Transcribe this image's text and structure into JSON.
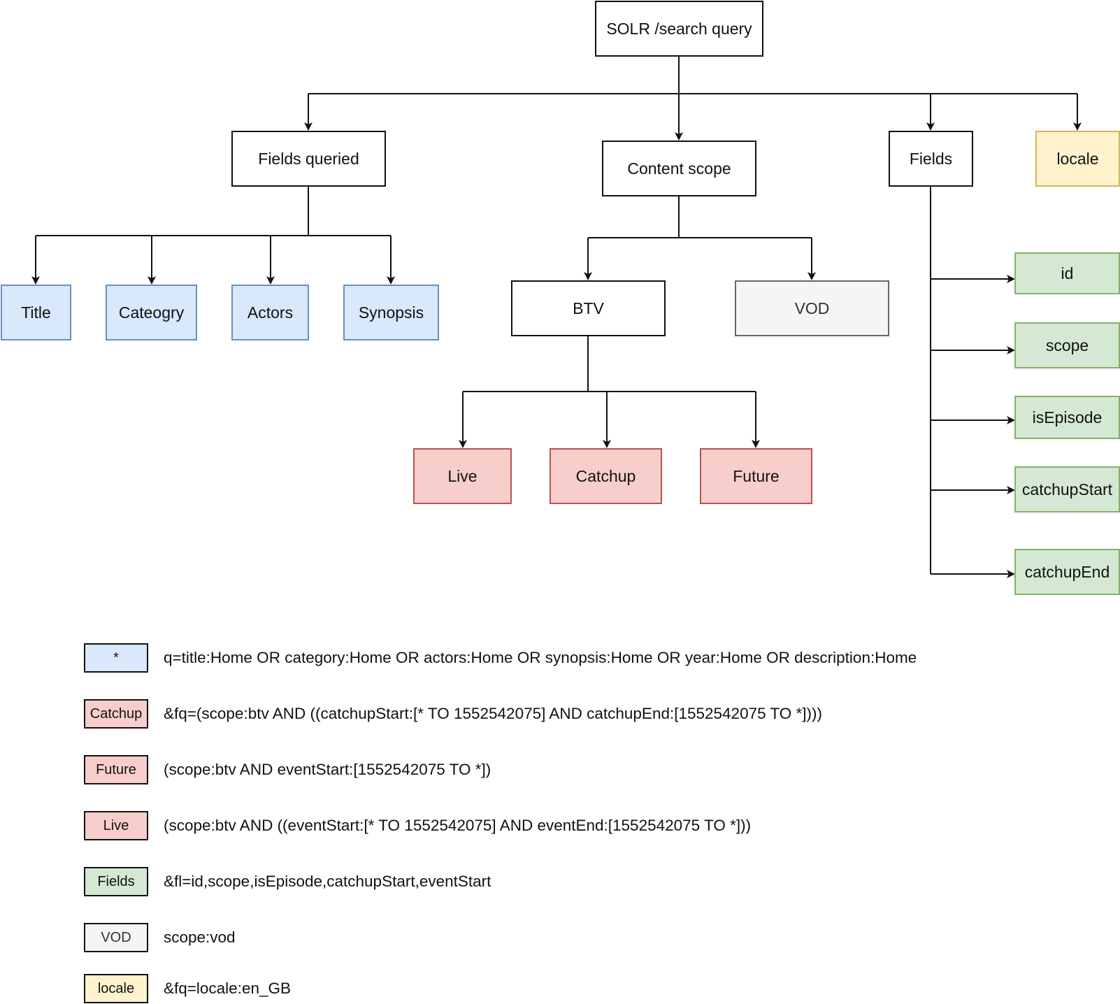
{
  "diagram": {
    "root": "SOLR /search query",
    "branches": {
      "fields_queried": "Fields queried",
      "content_scope": "Content scope",
      "fields": "Fields",
      "locale": "locale"
    },
    "queried_fields": [
      "Title",
      "Cateogry",
      "Actors",
      "Synopsis"
    ],
    "scope": {
      "btv": "BTV",
      "vod": "VOD",
      "btv_children": [
        "Live",
        "Catchup",
        "Future"
      ]
    },
    "returned_fields": [
      "id",
      "scope",
      "isEpisode",
      "catchupStart",
      "catchupEnd"
    ]
  },
  "legend": [
    {
      "key": "*",
      "style": "blue",
      "text": "q=title:Home OR category:Home OR actors:Home OR synopsis:Home OR year:Home OR description:Home"
    },
    {
      "key": "Catchup",
      "style": "red",
      "text": "&fq=(scope:btv AND ((catchupStart:[* TO 1552542075] AND catchupEnd:[1552542075 TO *])))"
    },
    {
      "key": "Future",
      "style": "red",
      "text": "(scope:btv AND eventStart:[1552542075 TO *])"
    },
    {
      "key": "Live",
      "style": "red",
      "text": "(scope:btv AND ((eventStart:[* TO 1552542075] AND eventEnd:[1552542075 TO *]))"
    },
    {
      "key": "Fields",
      "style": "green",
      "text": "&fl=id,scope,isEpisode,catchupStart,eventStart"
    },
    {
      "key": "VOD",
      "style": "grey",
      "text": "scope:vod"
    },
    {
      "key": "locale",
      "style": "yellow",
      "text": "&fq=locale:en_GB"
    }
  ]
}
